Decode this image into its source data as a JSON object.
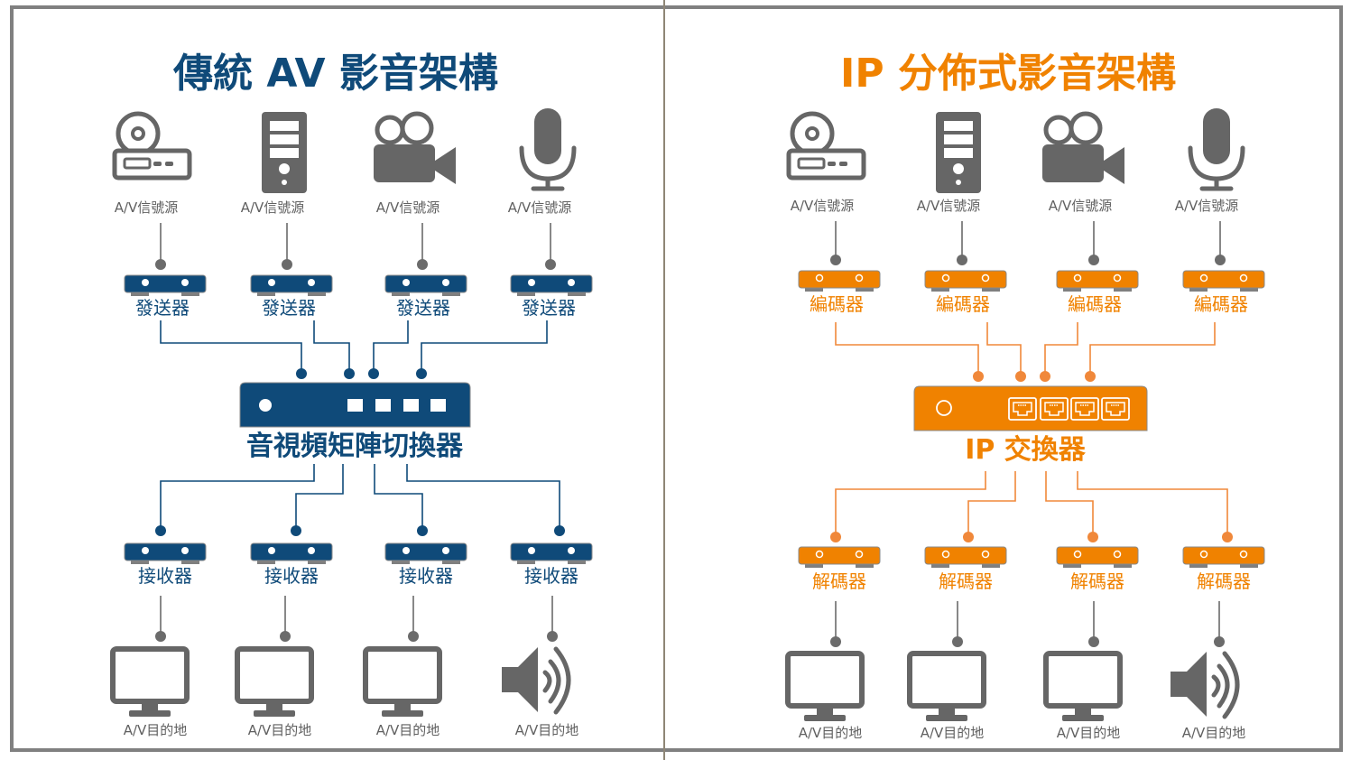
{
  "colors": {
    "navy": "#0f4a79",
    "orange": "#f08200",
    "orange_line": "#f0883a",
    "gray_icon": "#666666",
    "gray_dot": "#6b6b6b",
    "frame": "#808080",
    "divider": "#8f8676"
  },
  "left": {
    "title": "傳統 AV 影音架構",
    "sources": [
      {
        "icon": "disc-player-icon",
        "label": "A/V信號源"
      },
      {
        "icon": "server-tower-icon",
        "label": "A/V信號源"
      },
      {
        "icon": "video-camera-icon",
        "label": "A/V信號源"
      },
      {
        "icon": "microphone-icon",
        "label": "A/V信號源"
      }
    ],
    "transmitters": [
      "發送器",
      "發送器",
      "發送器",
      "發送器"
    ],
    "hub_label": "音視頻矩陣切換器",
    "receivers": [
      "接收器",
      "接收器",
      "接收器",
      "接收器"
    ],
    "destinations": [
      {
        "icon": "monitor-icon",
        "label": "A/V目的地"
      },
      {
        "icon": "monitor-icon",
        "label": "A/V目的地"
      },
      {
        "icon": "monitor-icon",
        "label": "A/V目的地"
      },
      {
        "icon": "speaker-icon",
        "label": "A/V目的地"
      }
    ]
  },
  "right": {
    "title": "IP 分佈式影音架構",
    "sources": [
      {
        "icon": "disc-player-icon",
        "label": "A/V信號源"
      },
      {
        "icon": "server-tower-icon",
        "label": "A/V信號源"
      },
      {
        "icon": "video-camera-icon",
        "label": "A/V信號源"
      },
      {
        "icon": "microphone-icon",
        "label": "A/V信號源"
      }
    ],
    "encoders": [
      "編碼器",
      "編碼器",
      "編碼器",
      "編碼器"
    ],
    "hub_label": "IP 交換器",
    "decoders": [
      "解碼器",
      "解碼器",
      "解碼器",
      "解碼器"
    ],
    "destinations": [
      {
        "icon": "monitor-icon",
        "label": "A/V目的地"
      },
      {
        "icon": "monitor-icon",
        "label": "A/V目的地"
      },
      {
        "icon": "monitor-icon",
        "label": "A/V目的地"
      },
      {
        "icon": "speaker-icon",
        "label": "A/V目的地"
      }
    ]
  }
}
